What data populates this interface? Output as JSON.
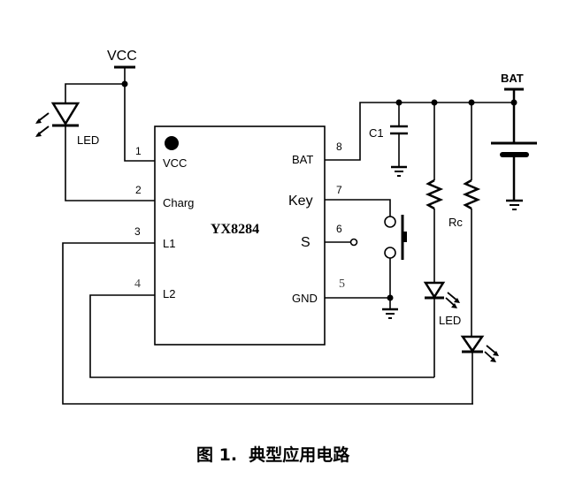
{
  "figure": {
    "caption": "图 1.  典型应用电路",
    "chip": {
      "name": "YX8284",
      "pins": [
        {
          "number": "1",
          "label": "VCC"
        },
        {
          "number": "2",
          "label": "Charg"
        },
        {
          "number": "3",
          "label": "L1"
        },
        {
          "number": "4",
          "label": "L2"
        },
        {
          "number": "5",
          "label": "GND"
        },
        {
          "number": "6",
          "label": "S"
        },
        {
          "number": "7",
          "label": "Key"
        },
        {
          "number": "8",
          "label": "BAT"
        }
      ]
    },
    "labels": {
      "vcc_supply": "VCC",
      "bat_supply": "BAT",
      "led_left": "LED",
      "led_right": "LED",
      "capacitor": "C1",
      "resistor": "Rc"
    }
  }
}
